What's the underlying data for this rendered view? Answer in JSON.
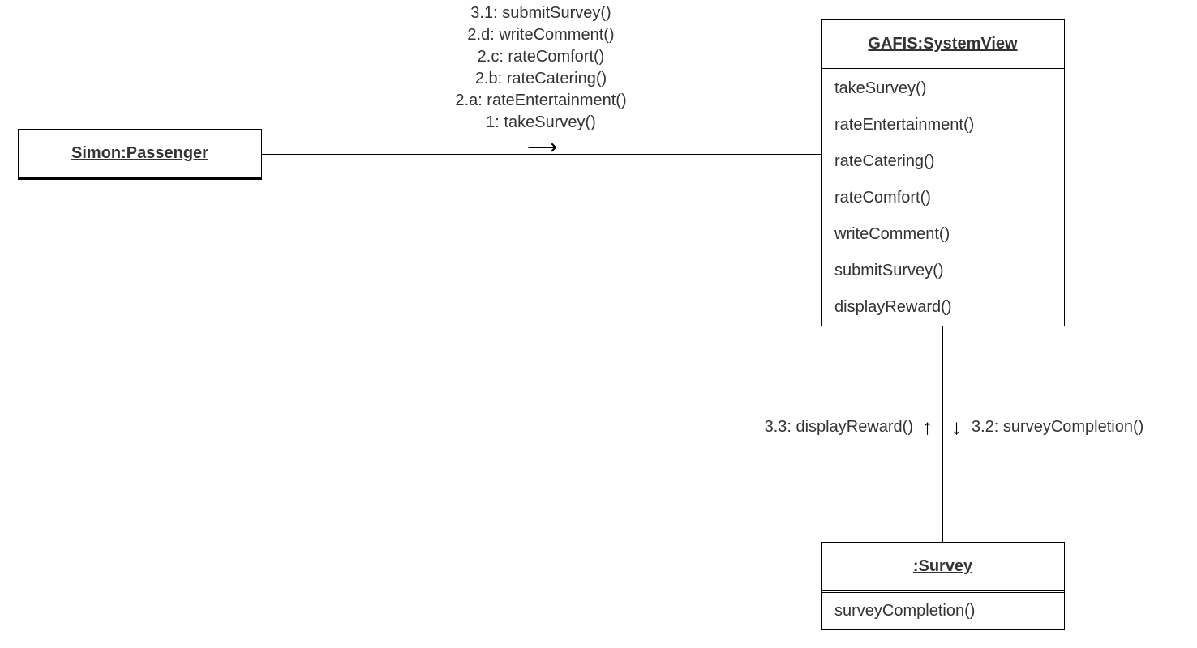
{
  "objects": {
    "passenger": {
      "name": "Simon:Passenger",
      "operations": []
    },
    "system_view": {
      "name": "GAFIS:SystemView",
      "operations": [
        "takeSurvey()",
        "rateEntertainment()",
        "rateCatering()",
        "rateComfort()",
        "writeComment()",
        "submitSurvey()",
        "displayReward()"
      ]
    },
    "survey": {
      "name": ":Survey",
      "operations": [
        "surveyCompletion()"
      ]
    }
  },
  "links": {
    "passenger_to_system": {
      "messages": [
        "3.1: submitSurvey()",
        "2.d: writeComment()",
        "2.c: rateComfort()",
        "2.b: rateCatering()",
        "2.a: rateEntertainment()",
        "1: takeSurvey()"
      ],
      "arrow": "⟶"
    },
    "system_survey": {
      "up_message": "3.3: displayReward()",
      "up_arrow": "↑",
      "down_message": "3.2: surveyCompletion()",
      "down_arrow": "↓"
    }
  }
}
